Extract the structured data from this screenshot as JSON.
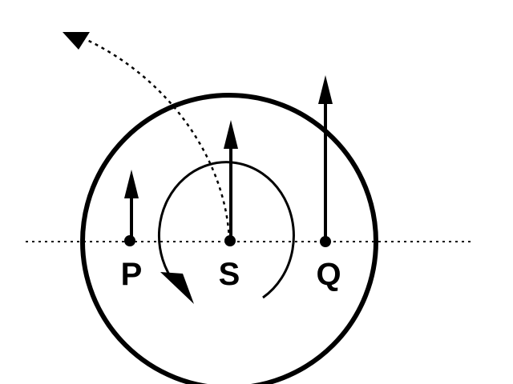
{
  "labels": {
    "p": "P",
    "s": "S",
    "q": "Q"
  },
  "colors": {
    "ink": "#000000",
    "background": "#ffffff"
  }
}
